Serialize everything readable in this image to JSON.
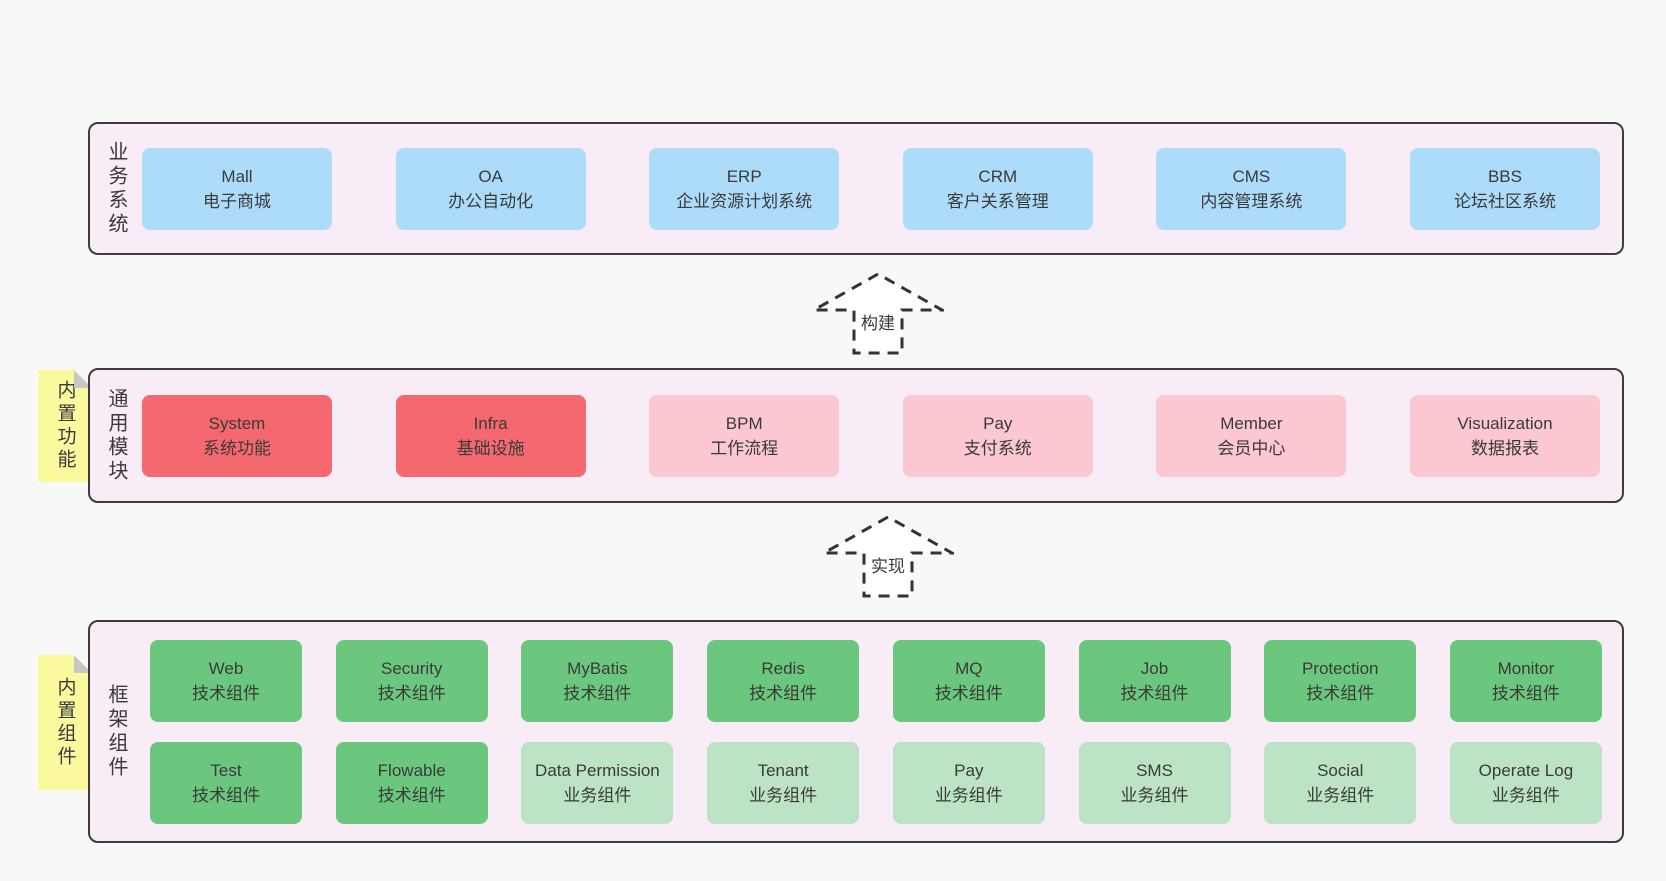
{
  "colors": {
    "page_bg": "#f8f8f8",
    "layer_bg": "#f8ecf6",
    "layer_border": "#3c3c3c",
    "blue_box": "#addcfa",
    "red_box": "#f4696f",
    "pink_box": "#fbc7d0",
    "green_box": "#6cc77e",
    "light_green_box": "#bce3c5",
    "note_bg": "#faf99e",
    "note_fold": "#c8c8c8",
    "text": "#3a3a3a"
  },
  "arrows": [
    {
      "label": "构建"
    },
    {
      "label": "实现"
    }
  ],
  "layers": {
    "business": {
      "label": "业务系统",
      "boxes": [
        {
          "name": "Mall",
          "desc": "电子商城"
        },
        {
          "name": "OA",
          "desc": "办公自动化"
        },
        {
          "name": "ERP",
          "desc": "企业资源计划系统"
        },
        {
          "name": "CRM",
          "desc": "客户关系管理"
        },
        {
          "name": "CMS",
          "desc": "内容管理系统"
        },
        {
          "name": "BBS",
          "desc": "论坛社区系统"
        }
      ]
    },
    "common": {
      "label": "通用模块",
      "note": "内置功能",
      "boxes": [
        {
          "name": "System",
          "desc": "系统功能"
        },
        {
          "name": "Infra",
          "desc": "基础设施"
        },
        {
          "name": "BPM",
          "desc": "工作流程"
        },
        {
          "name": "Pay",
          "desc": "支付系统"
        },
        {
          "name": "Member",
          "desc": "会员中心"
        },
        {
          "name": "Visualization",
          "desc": "数据报表"
        }
      ]
    },
    "framework": {
      "label": "框架组件",
      "note": "内置组件",
      "row1": [
        {
          "name": "Web",
          "desc": "技术组件"
        },
        {
          "name": "Security",
          "desc": "技术组件"
        },
        {
          "name": "MyBatis",
          "desc": "技术组件"
        },
        {
          "name": "Redis",
          "desc": "技术组件"
        },
        {
          "name": "MQ",
          "desc": "技术组件"
        },
        {
          "name": "Job",
          "desc": "技术组件"
        },
        {
          "name": "Protection",
          "desc": "技术组件"
        },
        {
          "name": "Monitor",
          "desc": "技术组件"
        }
      ],
      "row2": [
        {
          "name": "Test",
          "desc": "技术组件"
        },
        {
          "name": "Flowable",
          "desc": "技术组件"
        },
        {
          "name": "Data Permission",
          "desc": "业务组件"
        },
        {
          "name": "Tenant",
          "desc": "业务组件"
        },
        {
          "name": "Pay",
          "desc": "业务组件"
        },
        {
          "name": "SMS",
          "desc": "业务组件"
        },
        {
          "name": "Social",
          "desc": "业务组件"
        },
        {
          "name": "Operate Log",
          "desc": "业务组件"
        }
      ]
    }
  }
}
